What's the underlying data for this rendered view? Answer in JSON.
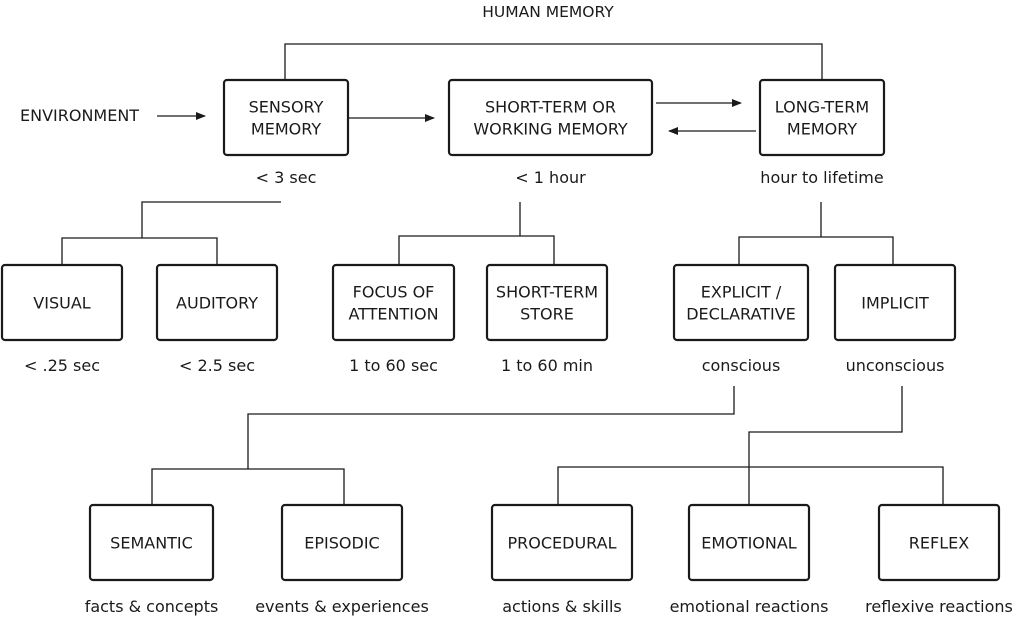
{
  "title": "HUMAN MEMORY",
  "environment": "ENVIRONMENT",
  "nodes": {
    "sensory": {
      "lines": [
        "SENSORY",
        "MEMORY"
      ],
      "caption": "< 3 sec"
    },
    "shortterm": {
      "lines": [
        "SHORT-TERM OR",
        "WORKING MEMORY"
      ],
      "caption": "< 1 hour"
    },
    "longterm": {
      "lines": [
        "LONG-TERM",
        "MEMORY"
      ],
      "caption": "hour to lifetime"
    },
    "visual": {
      "lines": [
        "VISUAL"
      ],
      "caption": "< .25 sec"
    },
    "auditory": {
      "lines": [
        "AUDITORY"
      ],
      "caption": "< 2.5 sec"
    },
    "focus": {
      "lines": [
        "FOCUS OF",
        "ATTENTION"
      ],
      "caption": "1 to 60 sec"
    },
    "stsstore": {
      "lines": [
        "SHORT-TERM",
        "STORE"
      ],
      "caption": "1 to 60 min"
    },
    "explicit": {
      "lines": [
        "EXPLICIT /",
        "DECLARATIVE"
      ],
      "caption": "conscious"
    },
    "implicit": {
      "lines": [
        "IMPLICIT"
      ],
      "caption": "unconscious"
    },
    "semantic": {
      "lines": [
        "SEMANTIC"
      ],
      "caption": "facts & concepts"
    },
    "episodic": {
      "lines": [
        "EPISODIC"
      ],
      "caption": "events & experiences"
    },
    "procedural": {
      "lines": [
        "PROCEDURAL"
      ],
      "caption": "actions & skills"
    },
    "emotional": {
      "lines": [
        "EMOTIONAL"
      ],
      "caption": "emotional reactions"
    },
    "reflex": {
      "lines": [
        "REFLEX"
      ],
      "caption": "reflexive reactions"
    }
  },
  "links": [
    {
      "from": "sensory",
      "to": "shortterm",
      "kind": "arrow"
    },
    {
      "from": "shortterm",
      "to": "longterm",
      "kind": "arrow"
    },
    {
      "from": "longterm",
      "to": "shortterm",
      "kind": "arrow"
    },
    {
      "from": "sensory",
      "to": "visual",
      "kind": "branch"
    },
    {
      "from": "sensory",
      "to": "auditory",
      "kind": "branch"
    },
    {
      "from": "shortterm",
      "to": "focus",
      "kind": "branch"
    },
    {
      "from": "shortterm",
      "to": "stsstore",
      "kind": "branch"
    },
    {
      "from": "longterm",
      "to": "explicit",
      "kind": "branch"
    },
    {
      "from": "longterm",
      "to": "implicit",
      "kind": "branch"
    },
    {
      "from": "explicit",
      "to": "semantic",
      "kind": "branch"
    },
    {
      "from": "explicit",
      "to": "episodic",
      "kind": "branch"
    },
    {
      "from": "implicit",
      "to": "procedural",
      "kind": "branch"
    },
    {
      "from": "implicit",
      "to": "emotional",
      "kind": "branch"
    },
    {
      "from": "implicit",
      "to": "reflex",
      "kind": "branch"
    }
  ]
}
